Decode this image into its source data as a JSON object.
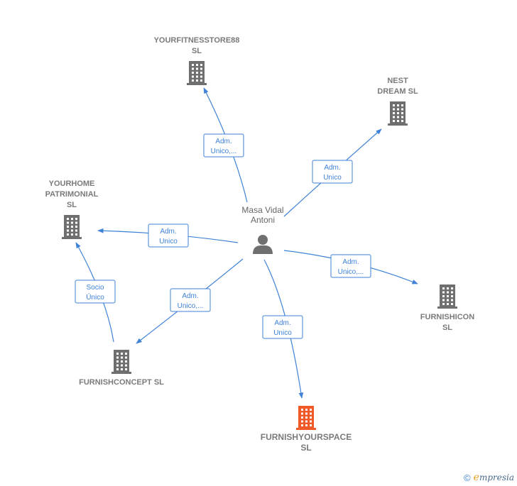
{
  "center": {
    "label_lines": [
      "Masa Vidal",
      "Antoni"
    ],
    "icon": "person-icon"
  },
  "nodes": [
    {
      "id": "yourfitnessstore88",
      "label_lines": [
        "YOURFITNESSTORE88",
        "SL"
      ],
      "icon": "building-icon",
      "color": "#6f6f6f"
    },
    {
      "id": "nest-dream",
      "label_lines": [
        "NEST",
        "DREAM  SL"
      ],
      "icon": "building-icon",
      "color": "#6f6f6f"
    },
    {
      "id": "yourhome-patrimonial",
      "label_lines": [
        "YOURHOME",
        "PATRIMONIAL",
        "SL"
      ],
      "icon": "building-icon",
      "color": "#6f6f6f"
    },
    {
      "id": "furnishicon",
      "label_lines": [
        "FURNISHICON",
        "SL"
      ],
      "icon": "building-icon",
      "color": "#6f6f6f"
    },
    {
      "id": "furnishconcept",
      "label_lines": [
        "FURNISHCONCEPT SL"
      ],
      "icon": "building-icon",
      "color": "#6f6f6f"
    },
    {
      "id": "furnishyourspace",
      "label_lines": [
        "FURNISHYOURSPACE",
        "SL"
      ],
      "icon": "building-icon",
      "color": "#f05a28",
      "focus": true
    }
  ],
  "edges": [
    {
      "from": "center",
      "to": "yourfitnessstore88",
      "label_lines": [
        "Adm.",
        "Unico,..."
      ]
    },
    {
      "from": "center",
      "to": "nest-dream",
      "label_lines": [
        "Adm.",
        "Unico"
      ]
    },
    {
      "from": "center",
      "to": "yourhome-patrimonial",
      "label_lines": [
        "Adm.",
        "Unico"
      ]
    },
    {
      "from": "center",
      "to": "furnishicon",
      "label_lines": [
        "Adm.",
        "Unico,..."
      ]
    },
    {
      "from": "center",
      "to": "furnishconcept",
      "label_lines": [
        "Adm.",
        "Unico,..."
      ]
    },
    {
      "from": "center",
      "to": "furnishyourspace",
      "label_lines": [
        "Adm.",
        "Unico"
      ]
    },
    {
      "from": "furnishconcept",
      "to": "yourhome-patrimonial",
      "label_lines": [
        "Socio",
        "Único"
      ]
    }
  ],
  "footer": {
    "copyright_symbol": "©",
    "brand_initial": "e",
    "brand_rest": "mpresia"
  },
  "colors": {
    "edge": "#3f82d6",
    "node": "#6f6f6f",
    "focus": "#f05a28"
  }
}
